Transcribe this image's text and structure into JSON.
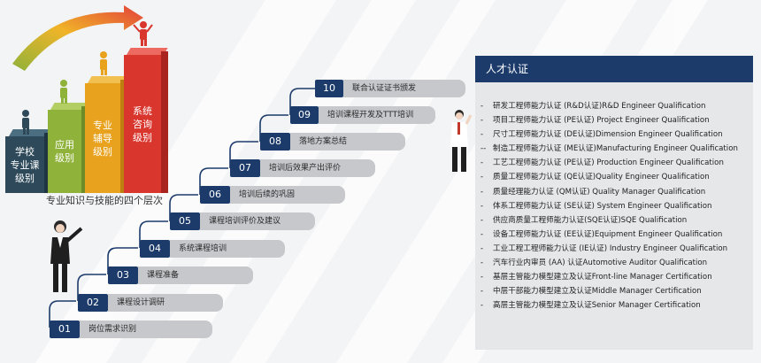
{
  "podium": {
    "bars": [
      {
        "label": "学校\n专业课\n级别",
        "color": "#2e4a5a"
      },
      {
        "label": "应用\n级别",
        "color": "#8fb23a"
      },
      {
        "label": "专业\n辅导\n级别",
        "color": "#e8a21e"
      },
      {
        "label": "系统\n咨询\n级别",
        "color": "#d9362e"
      }
    ],
    "caption": "专业知识与技能的四个层次"
  },
  "steps": [
    {
      "num": "01",
      "label": "岗位需求识别"
    },
    {
      "num": "02",
      "label": "课程设计调研"
    },
    {
      "num": "03",
      "label": "课程准备"
    },
    {
      "num": "04",
      "label": "系统课程培训"
    },
    {
      "num": "05",
      "label": "课程培训评价及建议"
    },
    {
      "num": "06",
      "label": "培训后续的巩固"
    },
    {
      "num": "07",
      "label": "培训后效果产出评价"
    },
    {
      "num": "08",
      "label": "落地方案总结"
    },
    {
      "num": "09",
      "label": "培训课程开发及TTT培训"
    },
    {
      "num": "10",
      "label": "联合认证证书颁发"
    }
  ],
  "panel": {
    "title": "人才认证",
    "items": [
      {
        "bullet": "-",
        "text": "研发工程师能力认证 (R&D认证)R&D Engineer Qualification"
      },
      {
        "bullet": "-",
        "text": "项目工程师能力认证 (PE认证) Project Engineer Qualification"
      },
      {
        "bullet": "-",
        "text": "尺寸工程师能力认证 (DE认证)Dimension Engineer Qualification"
      },
      {
        "bullet": "--",
        "text": "制造工程师能力认证 (ME认证)Manufacturing Engineer Qualification"
      },
      {
        "bullet": "-",
        "text": "工艺工程师能力认证 (PE认证) Production Engineer Qualification"
      },
      {
        "bullet": "-",
        "text": "质量工程师能力认证 (QE认证)Quality Engineer Qualification"
      },
      {
        "bullet": "-",
        "text": "质量经理能力认证 (QM认证) Quality Manager Qualification"
      },
      {
        "bullet": "-",
        "text": "体系工程师能力认证 (SE认证) System Engineer Qualification"
      },
      {
        "bullet": "-",
        "text": "供应商质量工程师能力认证(SQE认证)SQE Qualification"
      },
      {
        "bullet": "-",
        "text": "设备工程师能力认证 (EE认证)Equipment Engineer Qualification"
      },
      {
        "bullet": "-",
        "text": "工业工程工程师能力认证 (IE认证) Industry Engineer Qualification"
      },
      {
        "bullet": "-",
        "text": "汽车行业内审员 (AA) 认证Automotive Auditor Qualification"
      },
      {
        "bullet": "-",
        "text": "基层主管能力模型建立及认证Front-line Manager Certification"
      },
      {
        "bullet": "-",
        "text": "中层干部能力模型建立及认证Middle Manager Certification"
      },
      {
        "bullet": "-",
        "text": "高层主管能力模型建立及认证Senior Manager Certification"
      }
    ]
  },
  "colors": {
    "navy": "#1c3b6b",
    "step_bar": "#c6c8cc",
    "panel_bg": "#e6e7e9"
  }
}
